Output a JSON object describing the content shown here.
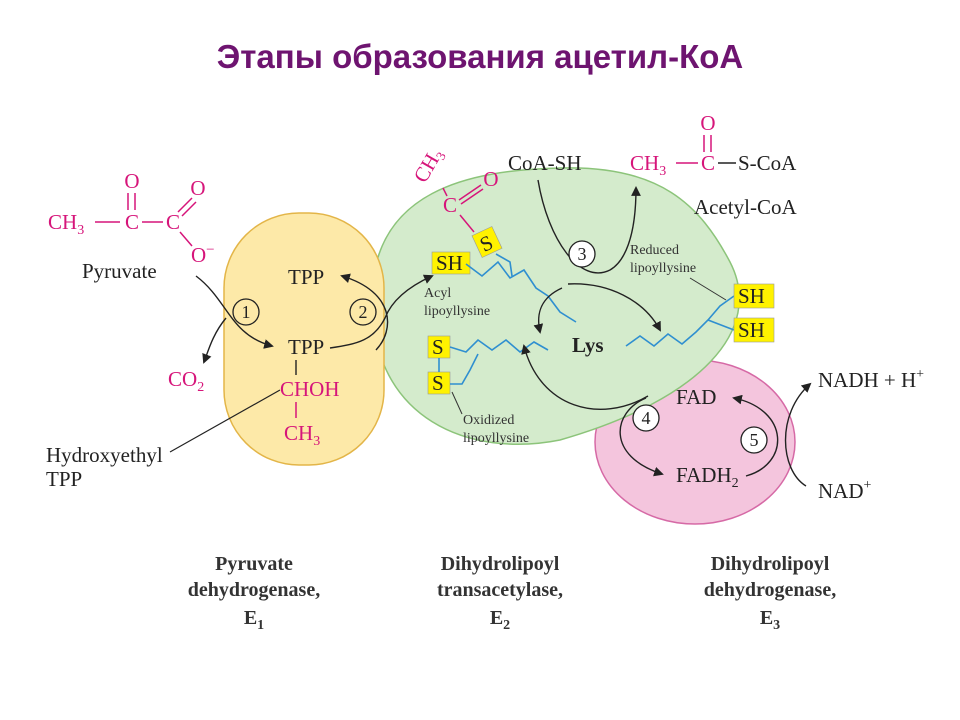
{
  "title": "Этапы образования ацетил-КоА",
  "colors": {
    "title": "#6e1470",
    "e1_fill": "#fde9a8",
    "e2_fill": "#d4ebcc",
    "e3_fill": "#f4c5dd",
    "magenta": "#d6157a",
    "lipoyl_chain": "#2f8fd0",
    "sulfur_highlight": "#fff200"
  },
  "pyruvate": {
    "o_top": "O",
    "o_right": "O",
    "ch3": "CH",
    "ch3_sub": "3",
    "c1": "C",
    "c2": "C",
    "o_minus": "O",
    "o_charge": "−",
    "name": "Pyruvate"
  },
  "co2": {
    "text": "CO",
    "sub": "2"
  },
  "e1": {
    "tpp_top": "TPP",
    "tpp_mid": "TPP",
    "choh": "CHOH",
    "ch3": "CH",
    "ch3_sub": "3"
  },
  "hydroxyethyl": {
    "line1": "Hydroxyethyl",
    "line2": "TPP"
  },
  "e2": {
    "acetyl_ch3": "CH",
    "acetyl_ch3_sub": "3",
    "acetyl_c": "C",
    "acetyl_o": "O",
    "sh": "SH",
    "s_acyl": "S",
    "acyl_line1": "Acyl",
    "acyl_line2": "lipoyllysine",
    "s_top": "S",
    "s_bottom": "S",
    "oxidized_line1": "Oxidized",
    "oxidized_line2": "lipoyllysine",
    "lys": "Lys",
    "reduced_line1": "Reduced",
    "reduced_line2": "lipoyllysine",
    "sh_top": "SH",
    "sh_bottom": "SH"
  },
  "coa_sh": "CoA-SH",
  "acetyl_coa": {
    "o": "O",
    "ch3": "CH",
    "ch3_sub": "3",
    "c": "C",
    "scoa": "S-CoA",
    "name": "Acetyl-CoA"
  },
  "e3": {
    "fad": "FAD",
    "fadh": "FADH",
    "fadh_sub": "2",
    "nadh": "NADH + H",
    "nadh_sup": "+",
    "nad": "NAD",
    "nad_sup": "+"
  },
  "steps": [
    "1",
    "2",
    "3",
    "4",
    "5"
  ],
  "captions": {
    "e1": [
      "Pyruvate",
      "dehydrogenase,",
      "E",
      "1"
    ],
    "e2": [
      "Dihydrolipoyl",
      "transacetylase,",
      "E",
      "2"
    ],
    "e3": [
      "Dihydrolipoyl",
      "dehydrogenase,",
      "E",
      "3"
    ]
  }
}
